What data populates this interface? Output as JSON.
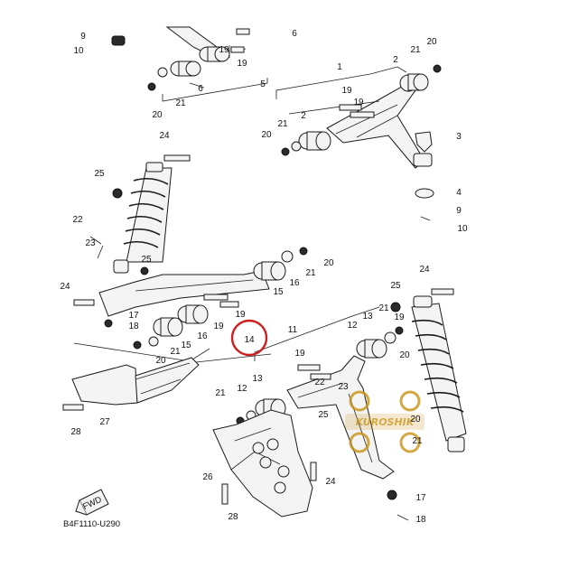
{
  "diagram": {
    "code": "B4F1110-U290",
    "fwd_label": "FWD",
    "watermark_text": "KUROSHIK",
    "colors": {
      "ink": "#1a1a1a",
      "highlight": "#d01e1e",
      "watermark": "#c8900e"
    },
    "highlighted_part": "14"
  },
  "callouts": [
    {
      "id": "c1",
      "text": "9"
    },
    {
      "id": "c2",
      "text": "10"
    },
    {
      "id": "c3",
      "text": "6"
    },
    {
      "id": "c4",
      "text": "19"
    },
    {
      "id": "c5",
      "text": "19"
    },
    {
      "id": "c6",
      "text": "6"
    },
    {
      "id": "c7",
      "text": "5"
    },
    {
      "id": "c8",
      "text": "20"
    },
    {
      "id": "c9",
      "text": "21"
    },
    {
      "id": "c10",
      "text": "1"
    },
    {
      "id": "c11",
      "text": "2"
    },
    {
      "id": "c12",
      "text": "21"
    },
    {
      "id": "c13",
      "text": "20"
    },
    {
      "id": "c14",
      "text": "19"
    },
    {
      "id": "c15",
      "text": "19"
    },
    {
      "id": "c16",
      "text": "2"
    },
    {
      "id": "c17",
      "text": "21"
    },
    {
      "id": "c18",
      "text": "20"
    },
    {
      "id": "c19",
      "text": "3"
    },
    {
      "id": "c20",
      "text": "4"
    },
    {
      "id": "c21",
      "text": "9"
    },
    {
      "id": "c22",
      "text": "10"
    },
    {
      "id": "c23",
      "text": "24"
    },
    {
      "id": "c24",
      "text": "25"
    },
    {
      "id": "c25",
      "text": "22"
    },
    {
      "id": "c26",
      "text": "23"
    },
    {
      "id": "c27",
      "text": "25"
    },
    {
      "id": "c28",
      "text": "20"
    },
    {
      "id": "c29",
      "text": "21"
    },
    {
      "id": "c30",
      "text": "16"
    },
    {
      "id": "c31",
      "text": "15"
    },
    {
      "id": "c32",
      "text": "24"
    },
    {
      "id": "c33",
      "text": "19"
    },
    {
      "id": "c34",
      "text": "17"
    },
    {
      "id": "c35",
      "text": "18"
    },
    {
      "id": "c36",
      "text": "16"
    },
    {
      "id": "c37",
      "text": "19"
    },
    {
      "id": "c38",
      "text": "14"
    },
    {
      "id": "c39",
      "text": "21"
    },
    {
      "id": "c40",
      "text": "15"
    },
    {
      "id": "c41",
      "text": "20"
    },
    {
      "id": "c42",
      "text": "24"
    },
    {
      "id": "c43",
      "text": "25"
    },
    {
      "id": "c44",
      "text": "11"
    },
    {
      "id": "c45",
      "text": "13"
    },
    {
      "id": "c46",
      "text": "12"
    },
    {
      "id": "c47",
      "text": "21"
    },
    {
      "id": "c48",
      "text": "19"
    },
    {
      "id": "c49",
      "text": "19"
    },
    {
      "id": "c50",
      "text": "20"
    },
    {
      "id": "c51",
      "text": "21"
    },
    {
      "id": "c52",
      "text": "12"
    },
    {
      "id": "c53",
      "text": "13"
    },
    {
      "id": "c54",
      "text": "22"
    },
    {
      "id": "c55",
      "text": "23"
    },
    {
      "id": "c56",
      "text": "25"
    },
    {
      "id": "c57",
      "text": "27"
    },
    {
      "id": "c58",
      "text": "28"
    },
    {
      "id": "c59",
      "text": "26"
    },
    {
      "id": "c60",
      "text": "24"
    },
    {
      "id": "c61",
      "text": "28"
    },
    {
      "id": "c62",
      "text": "17"
    },
    {
      "id": "c63",
      "text": "18"
    },
    {
      "id": "c64",
      "text": "20"
    },
    {
      "id": "c65",
      "text": "21"
    }
  ]
}
